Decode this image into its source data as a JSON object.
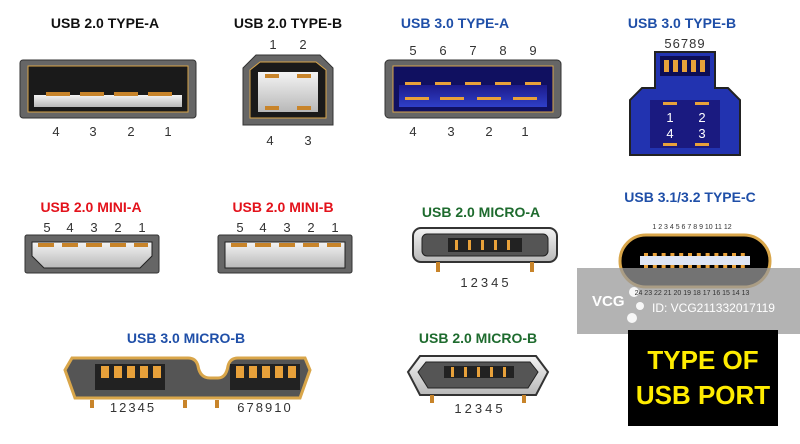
{
  "connectors": {
    "usb20_type_a": {
      "title": "USB 2.0 TYPE-A",
      "pins_bottom": [
        "4",
        "3",
        "2",
        "1"
      ]
    },
    "usb20_type_b": {
      "title": "USB 2.0 TYPE-B",
      "pins_top": [
        "1",
        "2"
      ],
      "pins_bottom": [
        "4",
        "3"
      ]
    },
    "usb30_type_a": {
      "title": "USB 3.0 TYPE-A",
      "pins_top": [
        "5",
        "6",
        "7",
        "8",
        "9"
      ],
      "pins_bottom": [
        "4",
        "3",
        "2",
        "1"
      ]
    },
    "usb30_type_b": {
      "title": "USB 3.0 TYPE-B",
      "pins_top": "56789",
      "pins_inner": [
        "1",
        "2",
        "4",
        "3"
      ]
    },
    "usb20_mini_a": {
      "title": "USB 2.0 MINI-A",
      "pins": [
        "5",
        "4",
        "3",
        "2",
        "1"
      ]
    },
    "usb20_mini_b": {
      "title": "USB 2.0 MINI-B",
      "pins": [
        "5",
        "4",
        "3",
        "2",
        "1"
      ]
    },
    "usb20_micro_a": {
      "title": "USB 2.0 MICRO-A",
      "pins": "12345"
    },
    "usb31_type_c": {
      "title": "USB 3.1/3.2 TYPE-C",
      "pins_top": "1 2 3 4 5 6 7 8 9 10 11 12",
      "pins_bottom": "24 23 22 21 20 19 18 17 16 15 14 13"
    },
    "usb30_micro_b": {
      "title": "USB 3.0 MICRO-B",
      "pins_left": "12345",
      "pins_right": "678910"
    },
    "usb20_micro_b": {
      "title": "USB 2.0 MICRO-B",
      "pins": "12345"
    }
  },
  "banner": {
    "line1": "TYPE OF",
    "line2": "USB PORT"
  },
  "watermark": {
    "logo": "VCG",
    "id": "ID: VCG211332017119"
  },
  "colors": {
    "black": "#111111",
    "blue": "#1f4fa8",
    "red": "#e3121b",
    "green": "#1e6b2e",
    "gold": "#e8a13a",
    "banner_bg": "#000000",
    "banner_text": "#ffec00"
  }
}
